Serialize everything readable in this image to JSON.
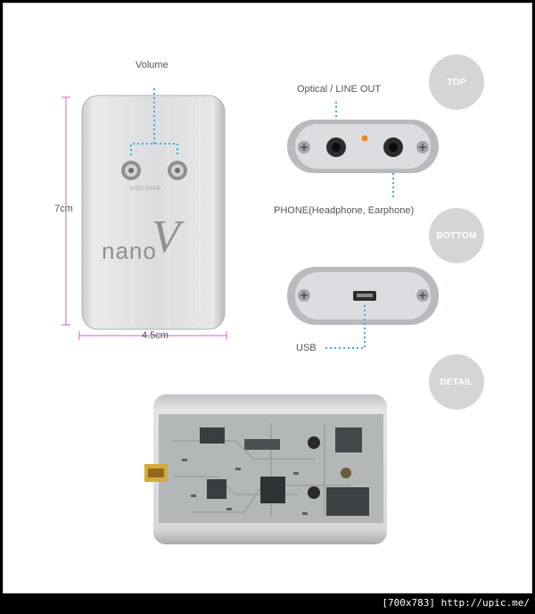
{
  "labels": {
    "volume": "Volume",
    "optical": "Optical / LINE OUT",
    "phone": "PHONE(Headphone, Earphone)",
    "usb": "USB",
    "height": "7cm",
    "width": "4.5cm"
  },
  "badges": {
    "top": "TOP",
    "bottom": "BOTTOM",
    "detail": "DETAIL"
  },
  "device": {
    "brand": "nano",
    "brand_mark": "V",
    "knob_text": "VOLUME"
  },
  "footer": {
    "text": "[700x783] http://upic.me/"
  },
  "colors": {
    "dotted_line": "#3aaee0",
    "dimension_line": "#cc66cc",
    "badge": "#d5d5d5",
    "led": "#f08a24"
  }
}
